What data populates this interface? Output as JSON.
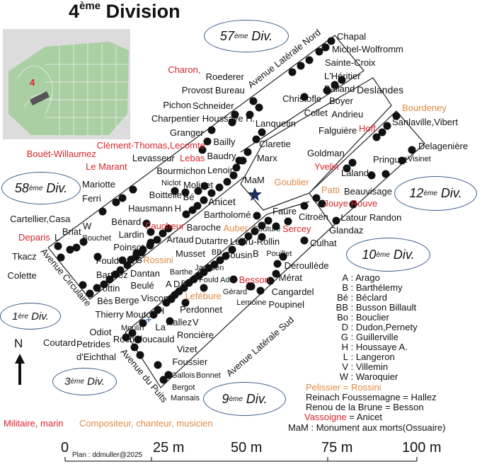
{
  "title": {
    "number": "4",
    "suffix": "ème",
    "word": "Division"
  },
  "inset": {
    "marker": "4"
  },
  "divisions": {
    "d57": {
      "num": "57",
      "sup": "ème",
      "word": "Div."
    },
    "d58": {
      "num": "58",
      "sup": "ème",
      "word": "Div."
    },
    "d12": {
      "num": "12",
      "sup": "ème",
      "word": "Div."
    },
    "d10": {
      "num": "10",
      "sup": "ème",
      "word": "Div."
    },
    "d1": {
      "num": "1",
      "sup": "ère",
      "word": "Div."
    },
    "d3": {
      "num": "3",
      "sup": "ème",
      "word": "Div."
    },
    "d9": {
      "num": "9",
      "sup": "ème",
      "word": "Div."
    }
  },
  "avenues": {
    "nord": "Avenue Latérale Nord",
    "sud": "Avenue Latérale Sud",
    "circulaire": "Avenue Circulaire",
    "puits": "Avenue du Puits"
  },
  "graves": {
    "chapal": "Chapal",
    "michel": "Michel-Wolfromm",
    "sainte": "Sainte-Croix",
    "lheritier": "L'Héritier",
    "balland": "Balland",
    "deslandes": "Deslandes",
    "christofle": "Christofle",
    "collet": "Collet",
    "boyer": "Boyer",
    "andrieu": "Andrieu",
    "lanquetin": "Lanquetin",
    "claretie": "Claretie",
    "marx": "Marx",
    "roederer": "Roederer",
    "bureau": "Bureau",
    "charon": "Charon,",
    "schneider": "Schneider",
    "provost": "Provost",
    "houssaye": "Houssaye H.",
    "bailly": "Bailly",
    "baudry": "Baudry",
    "lenoir": "Lenoir",
    "charpentier": "Charpentier",
    "pichon": "Pichon",
    "granger": "Granger",
    "clement": "Clément-Thomas,Lecomte",
    "lebas": "Lebas",
    "bourmichon": "Bourmichon",
    "levasseur": "Levasseur",
    "niclot": "Niclot",
    "molinet": "Molinet",
    "boittelle": "Boittelle",
    "be": "Bé",
    "h1": "H",
    "lemarant": "Le Marant",
    "bouet": "Bouët-Willaumez",
    "mariotte": "Mariotte",
    "ferri": "Ferri",
    "cartellier": "Cartellier,Casa",
    "hausmann": "Hausmann",
    "benard": "Bénard",
    "lardin": "Lardin",
    "poinsot": "Poinsot",
    "fouldac": "Fould Ac.",
    "briat": "Briat",
    "bouchet": "Bouchet",
    "w": "W",
    "l": "L",
    "g": "G",
    "deparis": "Deparis",
    "tkacz": "Tkacz",
    "barthez": "Barthez",
    "cottin": "Cottin",
    "colette": "Colette",
    "bes": "Bès",
    "berge": "Berge",
    "thierry": "Thierry",
    "dantan": "Dantan",
    "beule": "Beulé",
    "visconti": "Visconti",
    "mouton": "Mouton",
    "rossini": "Rossini",
    "artaud": "Artaud",
    "musset": "Musset",
    "dutartre": "Dutartre",
    "baroche": "Baroche",
    "auber": "Auber",
    "bb": "BB",
    "barthe": "Barthe",
    "bo": "Bo",
    "d": "D",
    "a": "A",
    "lefebure": "Lefébure",
    "perdonnet": "Perdonnet",
    "hallez": "Hallez",
    "h2": "H",
    "la": "La",
    "ronciere": "Roncière",
    "rochefoucauld": "Rochefoucauld",
    "vizet": "Vizet",
    "fouldad": "Fould Ad.",
    "janssen": "Janssen",
    "gerard": "Gérard",
    "moulin": "Moulin",
    "foussier": "Foussier",
    "odiot": "Odiot",
    "petrides": "Petrides",
    "eichthal": "d'Eichthal",
    "v": "V",
    "coutard": "Coutard",
    "gallois": "Gallois",
    "bergot": "Bergot",
    "bonnet": "Bonnet",
    "mansais": "Mansais",
    "anicet": "Anicet",
    "bartholome": "Bartholomé",
    "ledru": "Ledru-Rollin",
    "cousin": "Cousin",
    "b": "B",
    "faure": "Faure",
    "citroen": "Citroën",
    "sercey": "Sercey",
    "couture": "Couture",
    "pouillet": "Pouillet",
    "glandaz": "Glandaz",
    "culhat": "Culhat",
    "latour": "Latour Randon",
    "jouye": "Jouye Rouve",
    "beauvisage": "Beauvisage",
    "patti": "Patti",
    "goublier": "Goublier",
    "mam": "MaM",
    "deroullede": "Deroullède",
    "merat": "Mérat",
    "cangardel": "Cangardel",
    "poupinel": "Poupinel",
    "lemoine": "Lemoine",
    "besson": "Besson",
    "faucheur": "Faucheur",
    "bourdeney": "Bourdeney",
    "sanlaville": "Sanlaville,Vibert",
    "hoff": "Hoff",
    "falguiere": "Falguière",
    "delageniere": "Delagenière",
    "visinet": "Visinet",
    "goldman": "Goldman",
    "yvelin": "Yvelin",
    "lalande": "Lalande",
    "pringuet": "Pringuet"
  },
  "legend": {
    "keys": [
      {
        "k": "A",
        "v": "Arago"
      },
      {
        "k": "B",
        "v": "Barthélemy"
      },
      {
        "k": "Bé",
        "v": "Béclard"
      },
      {
        "k": "BB",
        "v": "Busson Billault"
      },
      {
        "k": "Bo",
        "v": "Bouclier"
      },
      {
        "k": "D",
        "v": "Dudon,Pernety"
      },
      {
        "k": "G",
        "v": "Guillerville"
      },
      {
        "k": "H",
        "v": "Houssaye A."
      },
      {
        "k": "L",
        "v": "Langeron"
      },
      {
        "k": "V",
        "v": "Villemin"
      },
      {
        "k": "W",
        "v": "Waroquier"
      }
    ],
    "sep": " : ",
    "pelissier": "Pelissier = Rossini",
    "reinach": "Reinach Foussemagne = Hallez",
    "renou": "Renou de la Brune = Besson",
    "vassoigne": "Vassoigne",
    "anicet_eq": " = Anicet",
    "mam": "MaM  : Monument aux morts(Ossuaire)",
    "military": "Militaire, marin",
    "composer": "Compositeur, chanteur, musicien"
  },
  "scale": {
    "t0": "0",
    "t25": "25 m",
    "t50": "50 m",
    "t75": "75 m",
    "t100": "100 m",
    "credit": "Plan : ddmuller@2025"
  },
  "north": "N",
  "colors": {
    "military": "#d9262c",
    "composer": "#e08a45",
    "dot": "#111111",
    "ellipse": "#3a5b86"
  }
}
